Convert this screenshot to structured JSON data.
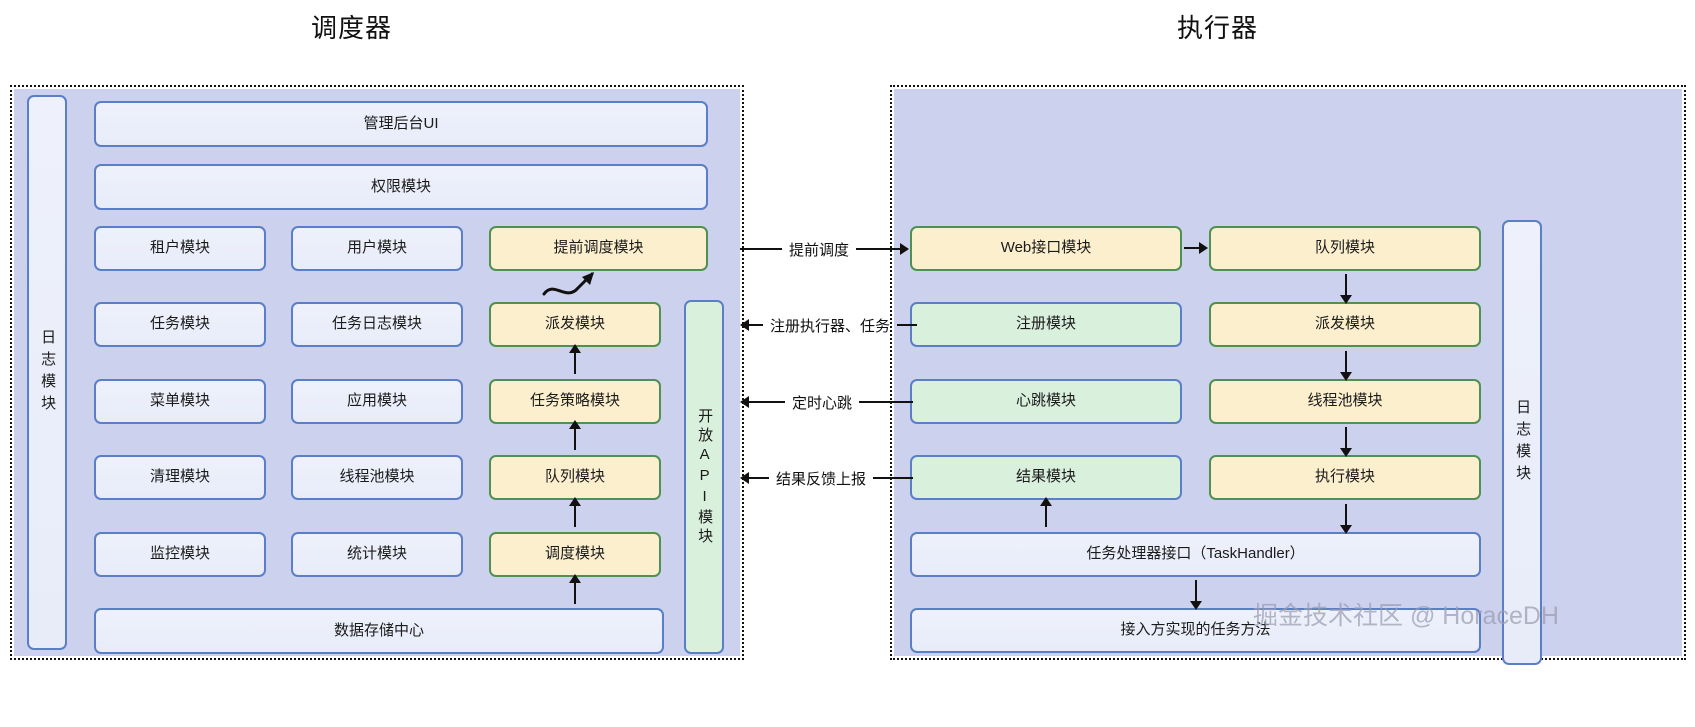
{
  "titles": {
    "scheduler": "调度器",
    "executor": "执行器"
  },
  "scheduler": {
    "log_column": "日志模块",
    "open_api_column": "开放API模块",
    "full_width_rows": [
      {
        "label": "管理后台UI",
        "style": "blue"
      },
      {
        "label": "权限模块",
        "style": "blue"
      }
    ],
    "grid_rows": [
      {
        "col1": "租户模块",
        "col2": "用户模块",
        "col3": "提前调度模块"
      },
      {
        "col1": "任务模块",
        "col2": "任务日志模块",
        "col3": "派发模块"
      },
      {
        "col1": "菜单模块",
        "col2": "应用模块",
        "col3": "任务策略模块"
      },
      {
        "col1": "清理模块",
        "col2": "线程池模块",
        "col3": "队列模块"
      },
      {
        "col1": "监控模块",
        "col2": "统计模块",
        "col3": "调度模块"
      }
    ],
    "bottom_row": {
      "label": "数据存储中心",
      "style": "blue"
    }
  },
  "executor": {
    "log_column": "日志模块",
    "left_column": [
      {
        "label": "Web接口模块",
        "style": "amber"
      },
      {
        "label": "注册模块",
        "style": "mint"
      },
      {
        "label": "心跳模块",
        "style": "mint"
      },
      {
        "label": "结果模块",
        "style": "mint"
      }
    ],
    "right_column": [
      {
        "label": "队列模块",
        "style": "amber"
      },
      {
        "label": "派发模块",
        "style": "amber"
      },
      {
        "label": "线程池模块",
        "style": "amber"
      },
      {
        "label": "执行模块",
        "style": "amber"
      }
    ],
    "full_width_rows": [
      {
        "label": "任务处理器接口（TaskHandler）",
        "style": "blue"
      },
      {
        "label": "接入方实现的任务方法",
        "style": "blue"
      }
    ]
  },
  "flows": [
    {
      "label": "提前调度",
      "direction": "right"
    },
    {
      "label": "注册执行器、任务",
      "direction": "left"
    },
    {
      "label": "定时心跳",
      "direction": "left"
    },
    {
      "label": "结果反馈上报",
      "direction": "left"
    }
  ],
  "watermark": "掘金技术社区 @ HoraceDH",
  "colors": {
    "panel_body": "#ccd1ee",
    "blue_fill": "#eef1fb",
    "blue_border": "#5b7fc7",
    "amber_fill": "#fcefcd",
    "amber_border": "#4f9153",
    "mint_fill": "#d9f0dd",
    "dotted_border": "#111111"
  }
}
